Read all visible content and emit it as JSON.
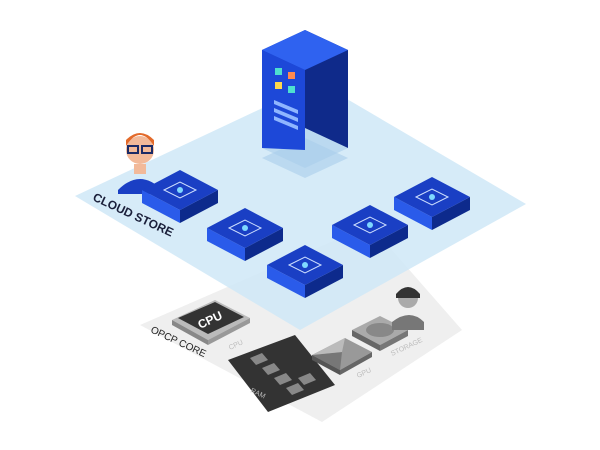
{
  "labels": {
    "cloud_store": "CLOUD STORE",
    "opcp_core": "OPCP CORE",
    "cpu_chip": "CPU",
    "cpu": "CPU",
    "ram": "RAM",
    "gpu": "GPU",
    "storage": "STORAGE"
  },
  "colors": {
    "cloud_plane": "#cfe8f7",
    "core_plane": "#efefef",
    "tile_top": "#1a3fc4",
    "tile_side": "#0d2a8c",
    "tile_side_light": "#2a5bea",
    "server": "#1536b0"
  },
  "icons": [
    "database-icon",
    "chip-icon",
    "monitor-icon",
    "helm-icon",
    "cubes-icon",
    "server-icon",
    "developer-avatar",
    "operator-avatar"
  ]
}
